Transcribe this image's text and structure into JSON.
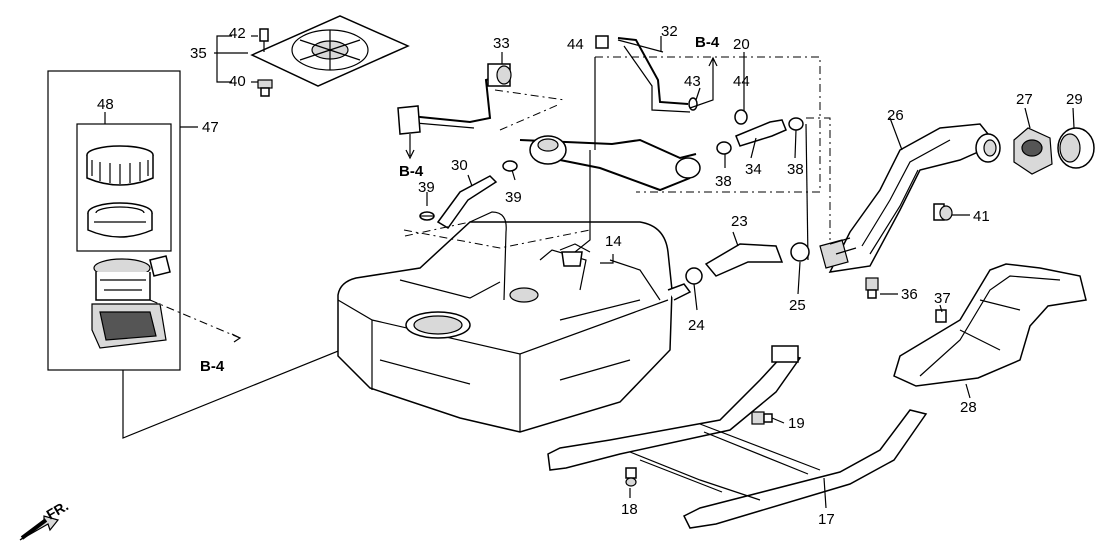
{
  "orientation": {
    "front_label": "FR."
  },
  "ref_labels": {
    "b4": "B-4"
  },
  "callouts": {
    "c14": "14",
    "c17": "17",
    "c18": "18",
    "c19": "19",
    "c20": "20",
    "c23": "23",
    "c24": "24",
    "c25": "25",
    "c26": "26",
    "c27": "27",
    "c28": "28",
    "c29": "29",
    "c30": "30",
    "c32": "32",
    "c33": "33",
    "c34": "34",
    "c35": "35",
    "c36": "36",
    "c37": "37",
    "c38": "38",
    "c39": "39",
    "c40": "40",
    "c41": "41",
    "c42": "42",
    "c43": "43",
    "c44": "44",
    "c47": "47",
    "c48": "48"
  }
}
